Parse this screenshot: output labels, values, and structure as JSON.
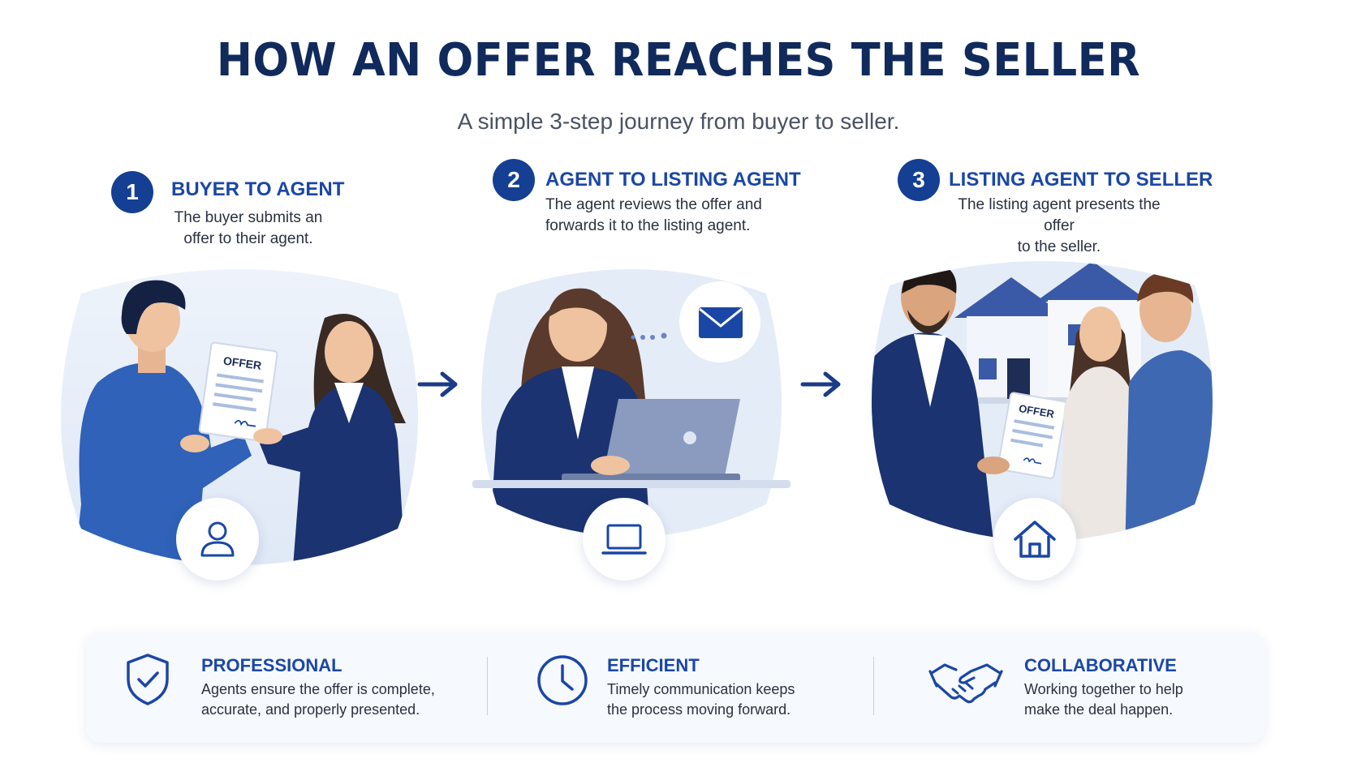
{
  "header": {
    "title": "HOW AN OFFER REACHES THE SELLER",
    "subtitle": "A simple 3-step journey from buyer to seller."
  },
  "steps": [
    {
      "number": "1",
      "title": "BUYER TO AGENT",
      "desc_line1": "The buyer submits an",
      "desc_line2": "offer to their agent.",
      "icon": "person-icon",
      "document_label": "OFFER"
    },
    {
      "number": "2",
      "title": "AGENT TO LISTING AGENT",
      "desc_line1": "The agent reviews the offer and",
      "desc_line2": "forwards it to the listing agent.",
      "icon": "laptop-icon"
    },
    {
      "number": "3",
      "title": "LISTING AGENT TO SELLER",
      "desc_line1": "The listing agent presents the offer",
      "desc_line2": "to the seller.",
      "icon": "house-icon",
      "document_label": "OFFER"
    }
  ],
  "features": [
    {
      "title": "PROFESSIONAL",
      "desc_line1": "Agents ensure the offer is complete,",
      "desc_line2": "accurate, and properly presented.",
      "icon": "shield-check-icon"
    },
    {
      "title": "EFFICIENT",
      "desc_line1": "Timely communication keeps",
      "desc_line2": "the process moving forward.",
      "icon": "clock-icon"
    },
    {
      "title": "COLLABORATIVE",
      "desc_line1": "Working together to help",
      "desc_line2": "make the deal happen.",
      "icon": "handshake-icon"
    }
  ],
  "colors": {
    "navy": "#102a5c",
    "accent_blue": "#1a47a6",
    "step_badge": "#143f93",
    "scene_bg": "#e4ecf8"
  }
}
